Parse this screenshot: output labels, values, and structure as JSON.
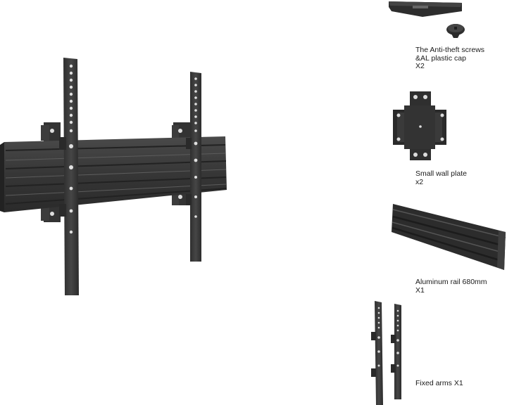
{
  "colors": {
    "background": "#ffffff",
    "metal_dark": "#2e2e2e",
    "metal_mid": "#3d3d3d",
    "metal_light": "#5a5a5a",
    "hole": "#e8e8e8",
    "caption_text": "#1a1a1a"
  },
  "components": [
    {
      "id": "screws-cap",
      "icon": "screw-and-cap-icon",
      "lines": [
        "The Anti-theft screws",
        "&AL plastic cap",
        "X2"
      ]
    },
    {
      "id": "wall-plate",
      "icon": "wall-plate-icon",
      "lines": [
        "Small wall plate",
        "x2"
      ]
    },
    {
      "id": "rail",
      "icon": "aluminum-rail-icon",
      "lines": [
        "Aluminum rail 680mm",
        "X1"
      ]
    },
    {
      "id": "arms",
      "icon": "fixed-arms-icon",
      "lines": [
        "Fixed arms X1"
      ]
    }
  ]
}
